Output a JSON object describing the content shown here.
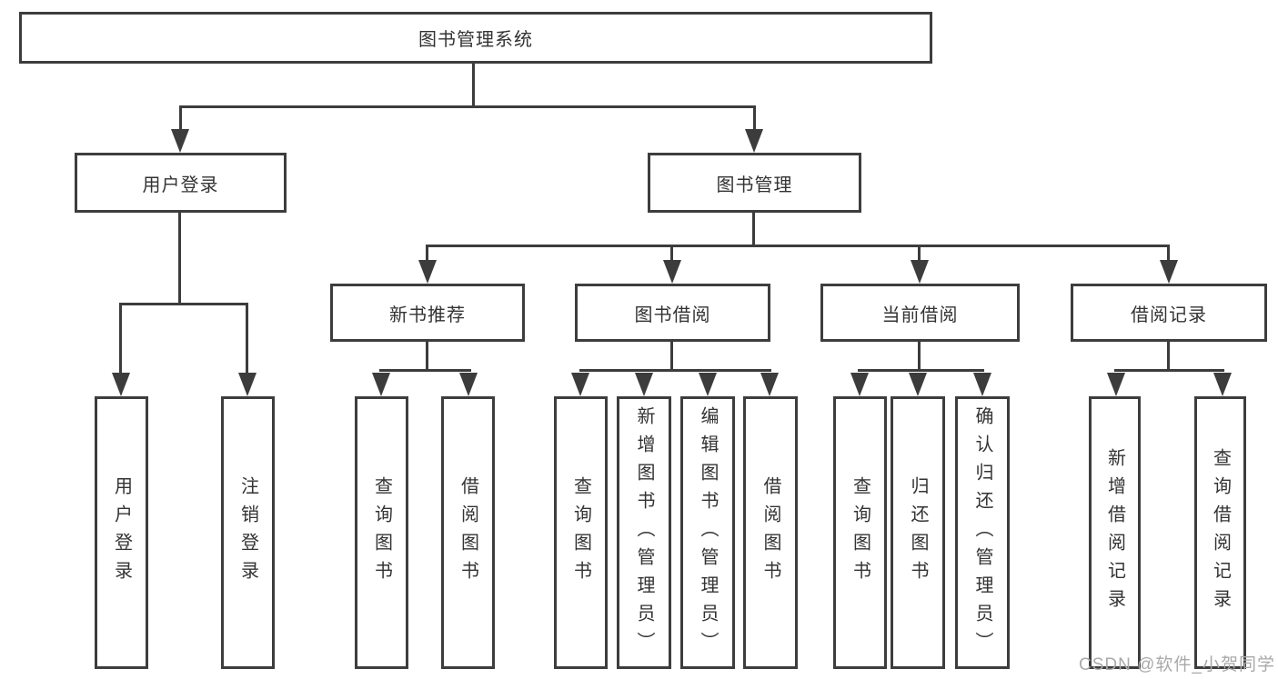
{
  "tree": {
    "root": "图书管理系统",
    "children": [
      {
        "label": "用户登录",
        "children": [
          {
            "label": "用户登录"
          },
          {
            "label": "注销登录"
          }
        ]
      },
      {
        "label": "图书管理",
        "children": [
          {
            "label": "新书推荐",
            "children": [
              {
                "label": "查询图书"
              },
              {
                "label": "借阅图书"
              }
            ]
          },
          {
            "label": "图书借阅",
            "children": [
              {
                "label": "查询图书"
              },
              {
                "label": "新增图书（管理员）"
              },
              {
                "label": "编辑图书（管理员）"
              },
              {
                "label": "借阅图书"
              }
            ]
          },
          {
            "label": "当前借阅",
            "children": [
              {
                "label": "查询图书"
              },
              {
                "label": "归还图书"
              },
              {
                "label": "确认归还（管理员）"
              }
            ]
          },
          {
            "label": "借阅记录",
            "children": [
              {
                "label": "新增借阅记录"
              },
              {
                "label": "查询借阅记录"
              }
            ]
          }
        ]
      }
    ]
  },
  "watermark": {
    "text": "CSDN @软件_小贺同学"
  },
  "colors": {
    "line": "#3c3c3c",
    "box_border": "#3d3d3d",
    "text": "#333333",
    "watermark": "#a9a9a9",
    "background": "#ffffff"
  }
}
